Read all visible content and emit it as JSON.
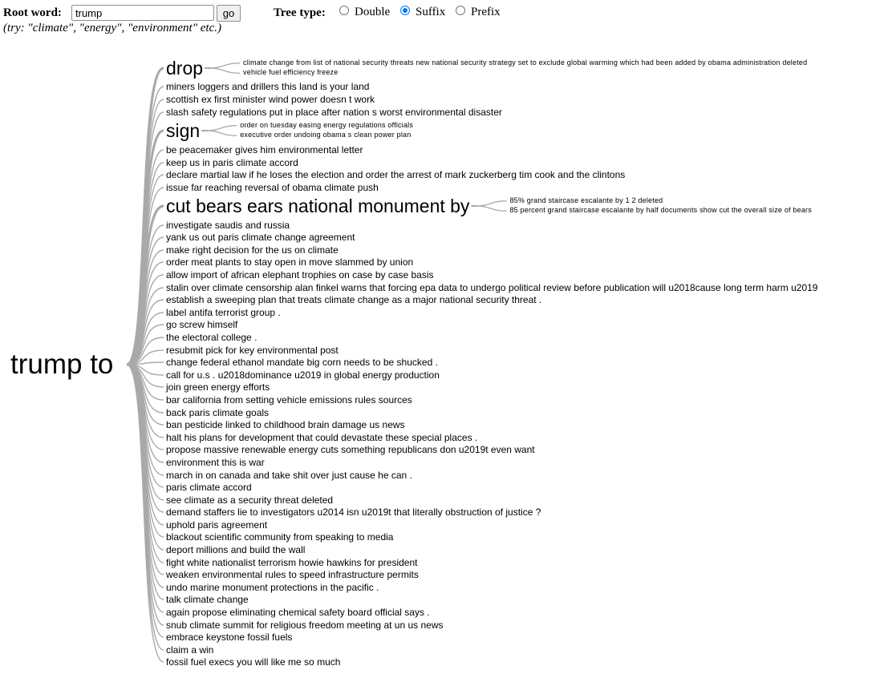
{
  "controls": {
    "root_word_label": "Root word:",
    "root_word_value": "trump",
    "go_label": "go",
    "hint": "(try: \"climate\", \"energy\", \"environment\" etc.)",
    "tree_type_label": "Tree type:",
    "tree_types": [
      {
        "label": "Double",
        "checked": false
      },
      {
        "label": "Suffix",
        "checked": true
      },
      {
        "label": "Prefix",
        "checked": false
      }
    ]
  },
  "tree": {
    "root": "trump to",
    "branches": [
      {
        "text": "drop",
        "emphasis": "big",
        "children": [
          "climate change from list of national security threats new national security strategy set to exclude global warming which had been added by obama administration deleted",
          "vehicle fuel efficiency freeze"
        ]
      },
      {
        "text": "miners loggers and drillers this land is your land"
      },
      {
        "text": "scottish ex first minister wind power doesn t work"
      },
      {
        "text": "slash safety regulations put in place after nation s worst environmental disaster"
      },
      {
        "text": "sign",
        "emphasis": "big",
        "children": [
          "order on tuesday easing energy regulations officials",
          "executive order undoing obama s clean power plan"
        ]
      },
      {
        "text": "be peacemaker gives him environmental letter"
      },
      {
        "text": "keep us in paris climate accord"
      },
      {
        "text": "declare martial law if he loses the election and order the arrest of mark zuckerberg tim cook and the clintons"
      },
      {
        "text": "issue far reaching reversal of obama climate push"
      },
      {
        "text": "cut bears ears national monument by",
        "emphasis": "huge",
        "children": [
          "85% grand staircase escalante by 1 2 deleted",
          "85 percent grand staircase escalante by half documents show cut the overall size of bears"
        ]
      },
      {
        "text": "investigate saudis and russia"
      },
      {
        "text": "yank us out paris climate change agreement"
      },
      {
        "text": "make right decision for the us on climate"
      },
      {
        "text": "order meat plants to stay open in move slammed by union"
      },
      {
        "text": "allow import of african elephant trophies on case by case basis"
      },
      {
        "text": "stalin over climate censorship alan finkel warns that forcing epa data to undergo political review before publication will u2018cause long term harm u2019"
      },
      {
        "text": "establish a sweeping plan that treats climate change as a major national security threat ."
      },
      {
        "text": "label antifa terrorist group ."
      },
      {
        "text": "go screw himself"
      },
      {
        "text": "the electoral college ."
      },
      {
        "text": "resubmit pick for key environmental post"
      },
      {
        "text": "change federal ethanol mandate big corn needs to be shucked ."
      },
      {
        "text": "call for u.s . u2018dominance u2019 in global energy production"
      },
      {
        "text": "join green energy efforts"
      },
      {
        "text": "bar california from setting vehicle emissions rules sources"
      },
      {
        "text": "back paris climate goals"
      },
      {
        "text": "ban pesticide linked to childhood brain damage us news"
      },
      {
        "text": "halt his plans for development that could devastate these special places ."
      },
      {
        "text": "propose massive renewable energy cuts something republicans don u2019t even want"
      },
      {
        "text": "environment this is war"
      },
      {
        "text": "march in on canada and take shit over just cause he can ."
      },
      {
        "text": "paris climate accord"
      },
      {
        "text": "see climate as a security threat deleted"
      },
      {
        "text": "demand staffers lie to investigators u2014 isn u2019t that literally obstruction of justice ?"
      },
      {
        "text": "uphold paris agreement"
      },
      {
        "text": "blackout scientific community from speaking to media"
      },
      {
        "text": "deport millions and build the wall"
      },
      {
        "text": "fight white nationalist terrorism howie hawkins for president"
      },
      {
        "text": "weaken environmental rules to speed infrastructure permits"
      },
      {
        "text": "undo marine monument protections in the pacific ."
      },
      {
        "text": "talk climate change"
      },
      {
        "text": "again propose eliminating chemical safety board official says ."
      },
      {
        "text": "snub climate summit for religious freedom meeting at un us news"
      },
      {
        "text": "embrace keystone fossil fuels"
      },
      {
        "text": "claim a win"
      },
      {
        "text": "fossil fuel execs you will like me so much"
      }
    ]
  }
}
